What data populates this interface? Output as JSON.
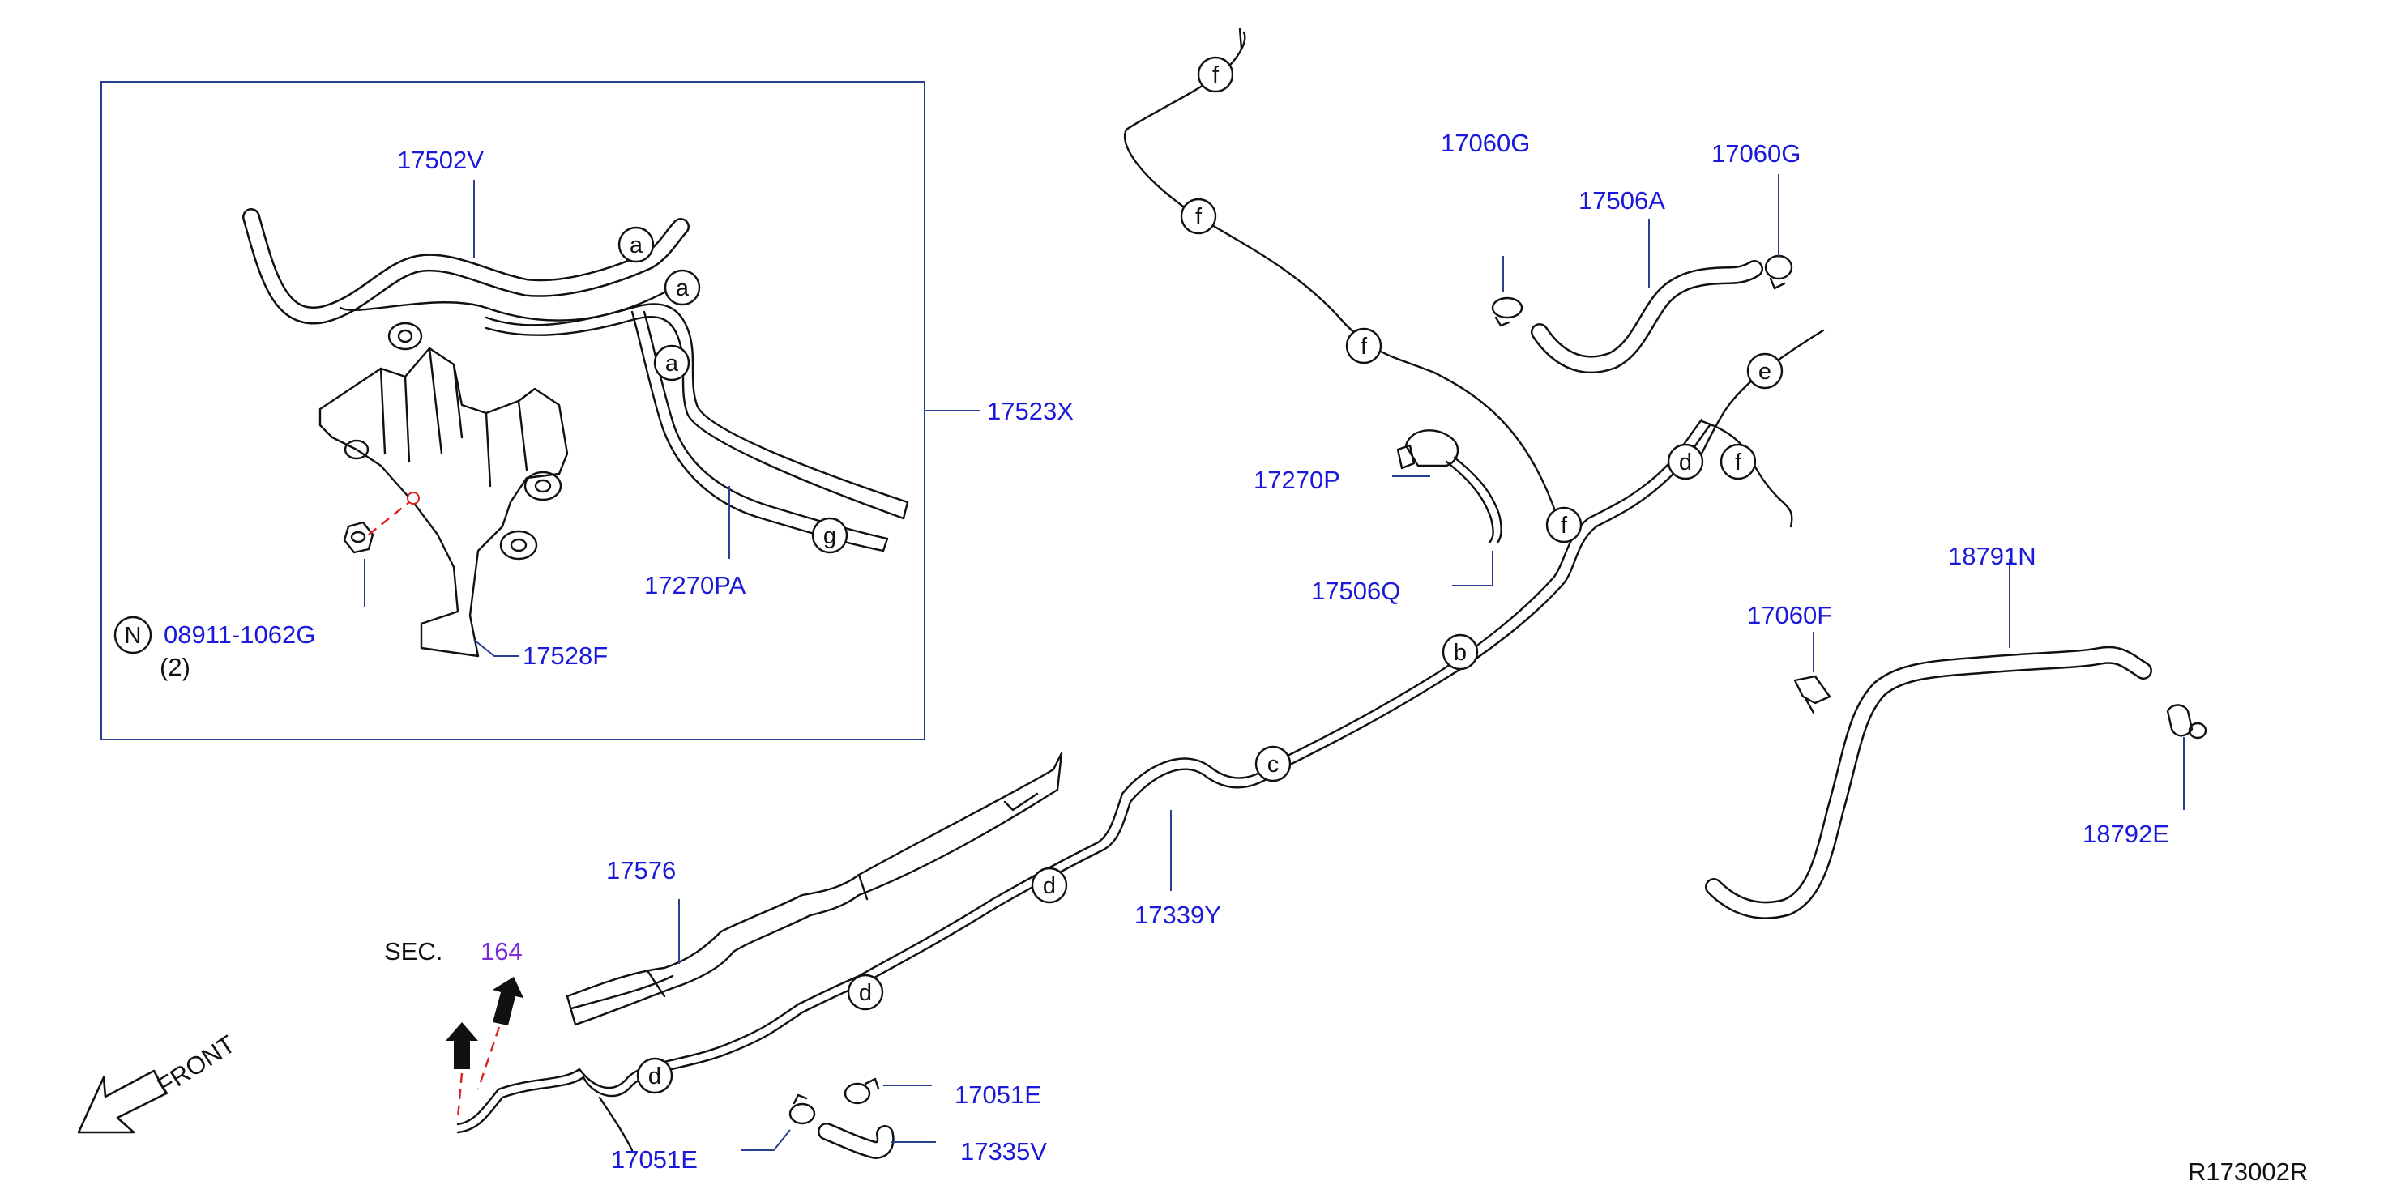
{
  "colors": {
    "part_label": "#1a1ad8",
    "reference_label": "#7a2ad8",
    "frame": "#2a3f8f",
    "linework": "#111111",
    "guide_line": "#e02020"
  },
  "labels": {
    "p17502V": "17502V",
    "p17523X": "17523X",
    "p17270PA": "17270PA",
    "p08911": "08911-1062G",
    "qty2": "(2)",
    "p17528F": "17528F",
    "p17060G_left": "17060G",
    "p17060G_right": "17060G",
    "p17506A": "17506A",
    "p17270P": "17270P",
    "p17506Q": "17506Q",
    "p17060F": "17060F",
    "p18791N": "18791N",
    "p18792E": "18792E",
    "p17339Y": "17339Y",
    "p17576": "17576",
    "sec_prefix": "SEC.",
    "sec_number": "164",
    "p17051E_right": "17051E",
    "p17335V": "17335V",
    "p17051E_left": "17051E",
    "front": "FRONT",
    "figure_ref": "R173002R"
  },
  "callouts": {
    "n_symbol": "N",
    "a": "a",
    "b": "b",
    "c": "c",
    "d": "d",
    "e": "e",
    "f": "f",
    "g": "g"
  },
  "icons": {
    "front_arrow": "front-arrow-icon",
    "direction_arrow": "up-arrow-icon"
  }
}
